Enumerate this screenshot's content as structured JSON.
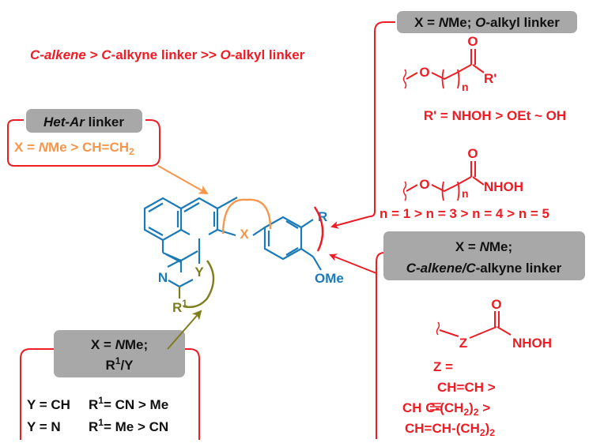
{
  "colors": {
    "red": "#ee1c25",
    "orange": "#f7964a",
    "blue": "#1a7ab8",
    "olive": "#7d7d1e",
    "gray": "#a8a8a8",
    "black": "#111111"
  },
  "headline": {
    "c_alkene": "C-alkene",
    "gt1": " > ",
    "c_alkyne_c": "C",
    "c_alkyne_rest": "-alkyne linker >> ",
    "o_alkyl_o": "O",
    "o_alkyl_rest": "-alkyl linker"
  },
  "het_ar_panel": {
    "title_italic": "Het-Ar",
    "title_rest": " linker",
    "line_a": "X = ",
    "line_n": "N",
    "line_b": "Me > CH=CH",
    "line_sub": "2"
  },
  "o_alkyl_panel": {
    "title_a": "X = ",
    "title_n": "N",
    "title_b": "Me; ",
    "title_o": "O",
    "title_c": "-alkyl linker",
    "struct1": {
      "o_atom": "O",
      "carbonyl_o": "O",
      "n_sub": "n",
      "r_group": "R'"
    },
    "order1": "R' = NHOH > OEt ~ OH",
    "struct2": {
      "o_atom": "O",
      "carbonyl_o": "O",
      "n_sub": "n",
      "group": "NHOH"
    },
    "order2": "n = 1 > n = 3 > n = 4 > n = 5"
  },
  "c_linker_panel": {
    "title1_a": "X = ",
    "title1_n": "N",
    "title1_b": "Me;",
    "title2_c1": "C",
    "title2_a": "-alkene/",
    "title2_c2": "C",
    "title2_b": "-alkyne linker",
    "struct": {
      "z_atom": "Z",
      "carbonyl_o": "O",
      "group": "NHOH"
    },
    "z_eq": "Z =",
    "z1": "CH=CH >",
    "z2_a": "CH  C-(CH",
    "z2_sub": "2",
    "z2_b": ")",
    "z2_sub2": "2",
    "z2_c": " >",
    "z3_a": "CH=CH-(CH",
    "z3_sub": "2",
    "z3_b": ")",
    "z3_sub2": "2"
  },
  "r1y_panel": {
    "title1_a": "X = ",
    "title1_n": "N",
    "title1_b": "Me;",
    "title2_r": "R",
    "title2_sup": "1",
    "title2_b": "/Y",
    "row1_y": "Y = CH",
    "row1_r": "R",
    "row1_sup": "1",
    "row1_b": "= CN > Me",
    "row2_y": "Y = N",
    "row2_r": "R",
    "row2_sup": "1",
    "row2_b": "= Me > CN"
  },
  "core": {
    "x_atom": "X",
    "r_group": "R",
    "ome": "OMe",
    "n_atom": "N",
    "y_atom": "Y",
    "r1": "R",
    "r1_sup": "1"
  }
}
